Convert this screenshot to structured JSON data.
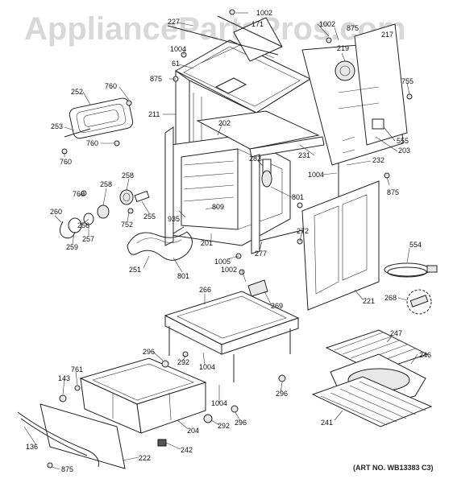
{
  "watermark": "AppliancePartsPros.com",
  "art_number": "(ART NO. WB13383 C3)",
  "callouts": [
    {
      "id": "c1002a",
      "label": "1002",
      "name": "callout-1002"
    },
    {
      "id": "c227",
      "label": "227",
      "name": "callout-227"
    },
    {
      "id": "c171",
      "label": "171",
      "name": "callout-171"
    },
    {
      "id": "c1002b",
      "label": "1002",
      "name": "callout-1002"
    },
    {
      "id": "c875a",
      "label": "875",
      "name": "callout-875"
    },
    {
      "id": "c217",
      "label": "217",
      "name": "callout-217"
    },
    {
      "id": "c1004a",
      "label": "1004",
      "name": "callout-1004"
    },
    {
      "id": "c219",
      "label": "219",
      "name": "callout-219"
    },
    {
      "id": "c61",
      "label": "61",
      "name": "callout-61"
    },
    {
      "id": "c875b",
      "label": "875",
      "name": "callout-875"
    },
    {
      "id": "c755",
      "label": "755",
      "name": "callout-755"
    },
    {
      "id": "c252",
      "label": "252",
      "name": "callout-252"
    },
    {
      "id": "c760a",
      "label": "760",
      "name": "callout-760"
    },
    {
      "id": "c211",
      "label": "211",
      "name": "callout-211"
    },
    {
      "id": "c202",
      "label": "202",
      "name": "callout-202"
    },
    {
      "id": "c555",
      "label": "555",
      "name": "callout-555"
    },
    {
      "id": "c253",
      "label": "253",
      "name": "callout-253"
    },
    {
      "id": "c760b",
      "label": "760",
      "name": "callout-760"
    },
    {
      "id": "c231",
      "label": "231",
      "name": "callout-231"
    },
    {
      "id": "c203",
      "label": "203",
      "name": "callout-203"
    },
    {
      "id": "c760c",
      "label": "760",
      "name": "callout-760"
    },
    {
      "id": "c282",
      "label": "282",
      "name": "callout-282"
    },
    {
      "id": "c232",
      "label": "232",
      "name": "callout-232"
    },
    {
      "id": "c1004b",
      "label": "1004",
      "name": "callout-1004"
    },
    {
      "id": "c258a",
      "label": "258",
      "name": "callout-258"
    },
    {
      "id": "c875c",
      "label": "875",
      "name": "callout-875"
    },
    {
      "id": "c760d",
      "label": "760",
      "name": "callout-760"
    },
    {
      "id": "c258b",
      "label": "258",
      "name": "callout-258"
    },
    {
      "id": "c801a",
      "label": "801",
      "name": "callout-801"
    },
    {
      "id": "c260",
      "label": "260",
      "name": "callout-260"
    },
    {
      "id": "c256",
      "label": "256",
      "name": "callout-256"
    },
    {
      "id": "c255",
      "label": "255",
      "name": "callout-255"
    },
    {
      "id": "c809",
      "label": "809",
      "name": "callout-809"
    },
    {
      "id": "c935",
      "label": "935",
      "name": "callout-935"
    },
    {
      "id": "c752",
      "label": "752",
      "name": "callout-752"
    },
    {
      "id": "c259",
      "label": "259",
      "name": "callout-259"
    },
    {
      "id": "c257",
      "label": "257",
      "name": "callout-257"
    },
    {
      "id": "c272",
      "label": "272",
      "name": "callout-272"
    },
    {
      "id": "c201",
      "label": "201",
      "name": "callout-201"
    },
    {
      "id": "c277",
      "label": "277",
      "name": "callout-277"
    },
    {
      "id": "c554",
      "label": "554",
      "name": "callout-554"
    },
    {
      "id": "c251",
      "label": "251",
      "name": "callout-251"
    },
    {
      "id": "c1005",
      "label": "1005",
      "name": "callout-1005"
    },
    {
      "id": "c801b",
      "label": "801",
      "name": "callout-801"
    },
    {
      "id": "c1002c",
      "label": "1002",
      "name": "callout-1002"
    },
    {
      "id": "c266",
      "label": "266",
      "name": "callout-266"
    },
    {
      "id": "c269",
      "label": "269",
      "name": "callout-269"
    },
    {
      "id": "c221",
      "label": "221",
      "name": "callout-221"
    },
    {
      "id": "c268",
      "label": "268",
      "name": "callout-268"
    },
    {
      "id": "c247",
      "label": "247",
      "name": "callout-247"
    },
    {
      "id": "c296a",
      "label": "296",
      "name": "callout-296"
    },
    {
      "id": "c246",
      "label": "246",
      "name": "callout-246"
    },
    {
      "id": "c292a",
      "label": "292",
      "name": "callout-292"
    },
    {
      "id": "c1004c",
      "label": "1004",
      "name": "callout-1004"
    },
    {
      "id": "c143",
      "label": "143",
      "name": "callout-143"
    },
    {
      "id": "c761",
      "label": "761",
      "name": "callout-761"
    },
    {
      "id": "c296b",
      "label": "296",
      "name": "callout-296"
    },
    {
      "id": "c1004d",
      "label": "1004",
      "name": "callout-1004"
    },
    {
      "id": "c296c",
      "label": "296",
      "name": "callout-296"
    },
    {
      "id": "c204",
      "label": "204",
      "name": "callout-204"
    },
    {
      "id": "c292b",
      "label": "292",
      "name": "callout-292"
    },
    {
      "id": "c241",
      "label": "241",
      "name": "callout-241"
    },
    {
      "id": "c136",
      "label": "136",
      "name": "callout-136"
    },
    {
      "id": "c242",
      "label": "242",
      "name": "callout-242"
    },
    {
      "id": "c222",
      "label": "222",
      "name": "callout-222"
    },
    {
      "id": "c875d",
      "label": "875",
      "name": "callout-875"
    }
  ]
}
